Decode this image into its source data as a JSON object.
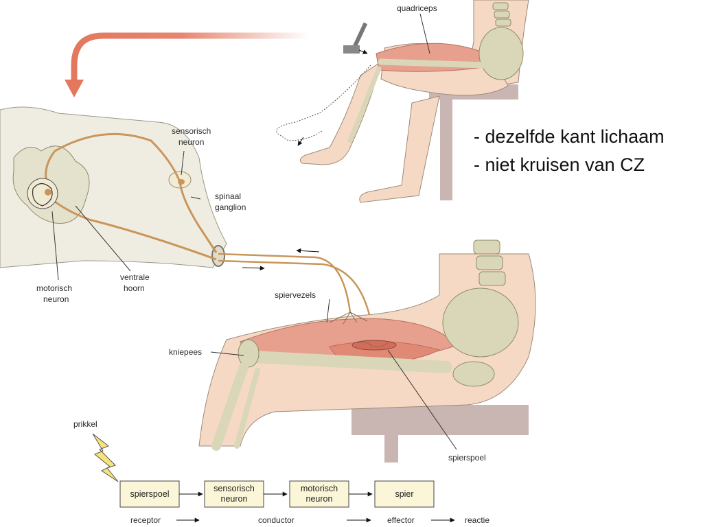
{
  "labels": {
    "quadriceps": "quadriceps",
    "sensorisch_neuron_1": "sensorisch",
    "sensorisch_neuron_2": "neuron",
    "spinaal_ganglion_1": "spinaal",
    "spinaal_ganglion_2": "ganglion",
    "motorisch_neuron_1": "motorisch",
    "motorisch_neuron_2": "neuron",
    "ventrale_hoorn_1": "ventrale",
    "ventrale_hoorn_2": "hoorn",
    "spiervezels": "spiervezels",
    "kniepees": "kniepees",
    "prikkel": "prikkel",
    "spierspoel": "spierspoel"
  },
  "notes": {
    "line1": "- dezelfde kant lichaam",
    "line2": "- niet kruisen van CZ"
  },
  "flow": {
    "box1": "spierspoel",
    "box2_line1": "sensorisch",
    "box2_line2": "neuron",
    "box3_line1": "motorisch",
    "box3_line2": "neuron",
    "box4": "spier",
    "receptor": "receptor",
    "conductor": "conductor",
    "effector": "effector",
    "reactie": "reactie"
  },
  "colors": {
    "arrow": "#e3785f",
    "muscle": "#e8a08e",
    "bone": "#d9d7b8",
    "skin": "#f6d9c4",
    "nerve": "#c9955a",
    "box_fill": "#fbf6d8",
    "spinal_cord": "#efede1"
  }
}
